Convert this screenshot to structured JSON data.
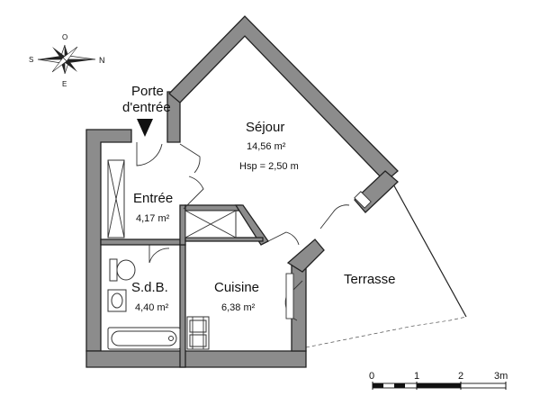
{
  "compass": {
    "north": "N",
    "south": "S",
    "east": "E",
    "west": "O"
  },
  "entrance": {
    "line1": "Porte",
    "line2": "d'entrée"
  },
  "rooms": [
    {
      "key": "sejour",
      "name": "Séjour",
      "area": "14,56 m²",
      "height": "Hsp = 2,50 m"
    },
    {
      "key": "entree",
      "name": "Entrée",
      "area": "4,17 m²"
    },
    {
      "key": "sdb",
      "name": "S.d.B.",
      "area": "4,40 m²"
    },
    {
      "key": "cuisine",
      "name": "Cuisine",
      "area": "6,38 m²"
    },
    {
      "key": "terrasse",
      "name": "Terrasse"
    }
  ],
  "scale": {
    "ticks": [
      "0",
      "1",
      "2",
      "3m"
    ]
  }
}
